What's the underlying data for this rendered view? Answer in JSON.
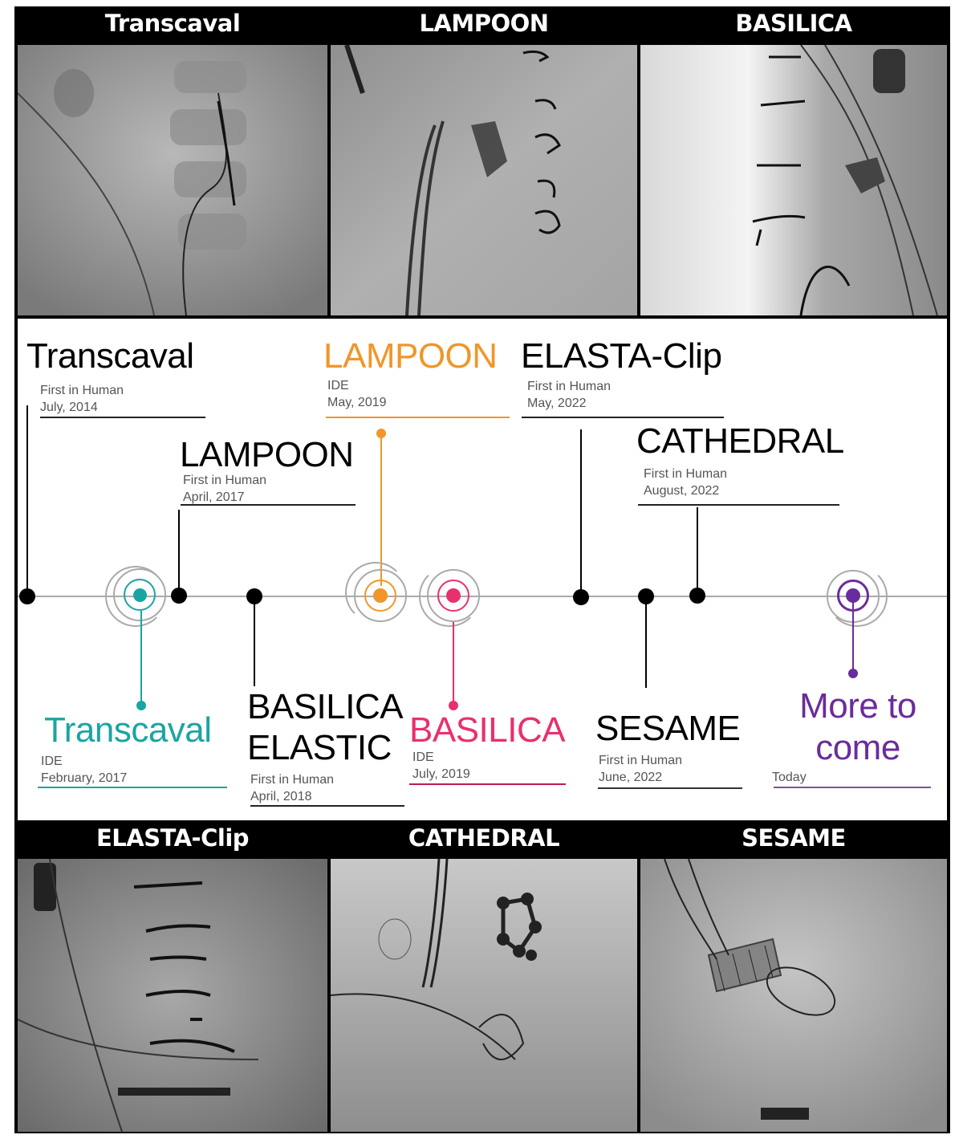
{
  "colors": {
    "teal": "#1aa5a3",
    "orange": "#f0962a",
    "pink": "#e8306f",
    "purple": "#6a2c9c",
    "black": "#000000"
  },
  "top_panels": [
    {
      "label": "Transcaval"
    },
    {
      "label": "LAMPOON"
    },
    {
      "label": "BASILICA"
    }
  ],
  "bottom_panels": [
    {
      "label": "ELASTA-Clip"
    },
    {
      "label": "CATHEDRAL"
    },
    {
      "label": "SESAME"
    }
  ],
  "events": {
    "transcaval_fih": {
      "title": "Transcaval",
      "stage": "First in Human",
      "date": "July, 2014"
    },
    "transcaval_ide": {
      "title": "Transcaval",
      "stage": "IDE",
      "date": "February, 2017"
    },
    "lampoon_fih": {
      "title": "LAMPOON",
      "stage": "First in Human",
      "date": "April, 2017"
    },
    "basilica_elastic": {
      "title_line1": "BASILICA",
      "title_line2": "ELASTIC",
      "stage": "First in Human",
      "date": "April, 2018"
    },
    "lampoon_ide": {
      "title": "LAMPOON",
      "stage": "IDE",
      "date": "May, 2019"
    },
    "basilica_ide": {
      "title": "BASILICA",
      "stage": "IDE",
      "date": "July, 2019"
    },
    "elasta_clip": {
      "title": "ELASTA-Clip",
      "stage": "First in Human",
      "date": "May, 2022"
    },
    "sesame": {
      "title": "SESAME",
      "stage": "First in Human",
      "date": "June, 2022"
    },
    "cathedral": {
      "title": "CATHEDRAL",
      "stage": "First in Human",
      "date": "August, 2022"
    },
    "more": {
      "title_line1": "More to",
      "title_line2": "come",
      "date": "Today"
    }
  }
}
